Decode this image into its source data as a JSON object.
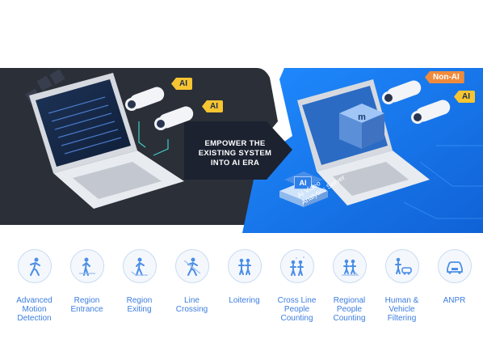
{
  "hero": {
    "tags": {
      "ai_1": "AI",
      "ai_2": "AI",
      "ai_3": "AI",
      "non_ai": "Non-AI"
    },
    "tagline": [
      "EMPOWER THE",
      "EXISTING SYSTEM",
      "INTO AI ERA"
    ],
    "server_badge": "AI",
    "server_label": [
      "AI Video",
      "Analytics Server"
    ]
  },
  "colors": {
    "dark_panel": "#2b2f38",
    "blue_panel": "#1a7df0",
    "accent_blue": "#3b7de0",
    "tag_yellow": "#f7c531",
    "tag_orange": "#f08a3c"
  },
  "features": [
    {
      "icon": "running-person-icon",
      "label": [
        "Advanced",
        "Motion",
        "Detection"
      ]
    },
    {
      "icon": "person-entering-icon",
      "label": [
        "Region",
        "Entrance"
      ]
    },
    {
      "icon": "person-exiting-icon",
      "label": [
        "Region",
        "Exiting"
      ]
    },
    {
      "icon": "person-crossing-line-icon",
      "label": [
        "Line",
        "Crossing"
      ]
    },
    {
      "icon": "loitering-people-icon",
      "label": [
        "Loitering"
      ]
    },
    {
      "icon": "people-counting-icon",
      "label": [
        "Cross Line",
        "People",
        "Counting"
      ]
    },
    {
      "icon": "regional-people-icon",
      "label": [
        "Regional",
        "People",
        "Counting"
      ]
    },
    {
      "icon": "human-vehicle-icon",
      "label": [
        "Human &",
        "Vehicle",
        "Filtering"
      ]
    },
    {
      "icon": "car-plate-icon",
      "label": [
        "ANPR"
      ]
    }
  ]
}
